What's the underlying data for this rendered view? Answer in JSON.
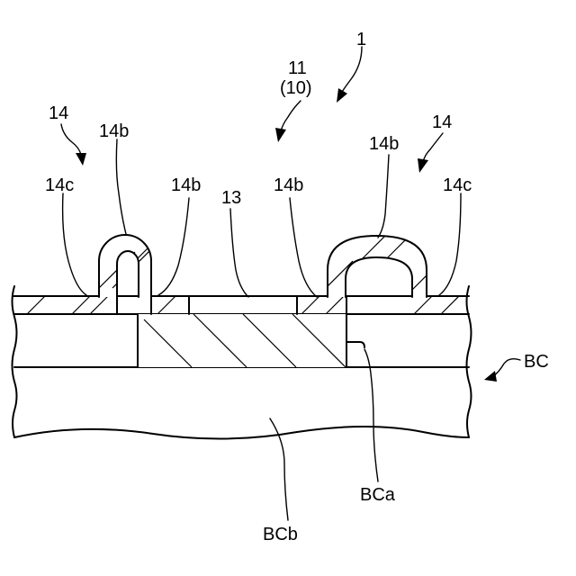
{
  "labels": {
    "main_ref": "11",
    "main_ref_paren": "(10)",
    "device_ref": "1",
    "left_group": "14",
    "right_group": "14",
    "left_14c": "14c",
    "right_14c": "14c",
    "left_loop_14b": "14b",
    "left_inner_14b": "14b",
    "right_inner_14b": "14b",
    "right_loop_14b": "14b",
    "center_13": "13",
    "bc": "BC",
    "bca": "BCa",
    "bcb": "BCb"
  }
}
